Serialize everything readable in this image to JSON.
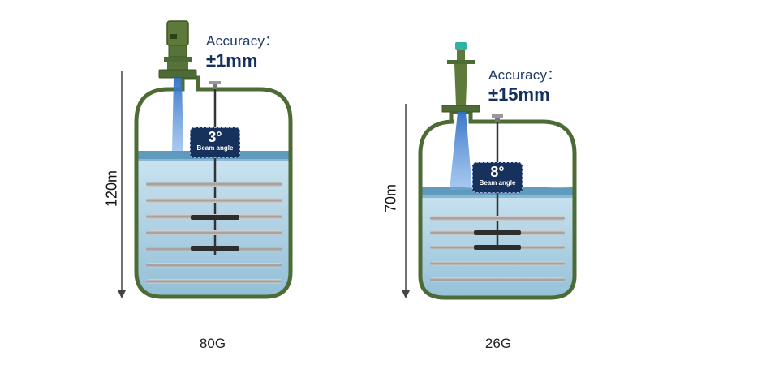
{
  "tanks": [
    {
      "accuracy_label": "Accuracy：",
      "accuracy_value": "±1mm",
      "beam_angle": "3°",
      "beam_caption": "Beam angle",
      "height": "120m",
      "frequency": "80G"
    },
    {
      "accuracy_label": "Accuracy：",
      "accuracy_value": "±15mm",
      "beam_angle": "8°",
      "beam_caption": "Beam angle",
      "height": "70m",
      "frequency": "26G"
    }
  ],
  "colors": {
    "tank_outline": "#4d6b34",
    "liquid": "#a9cfe3",
    "liquid_deep": "#7fb2cf",
    "beam": "#3f7fd0",
    "badge": "#16315b",
    "text": "#1f3b66"
  }
}
